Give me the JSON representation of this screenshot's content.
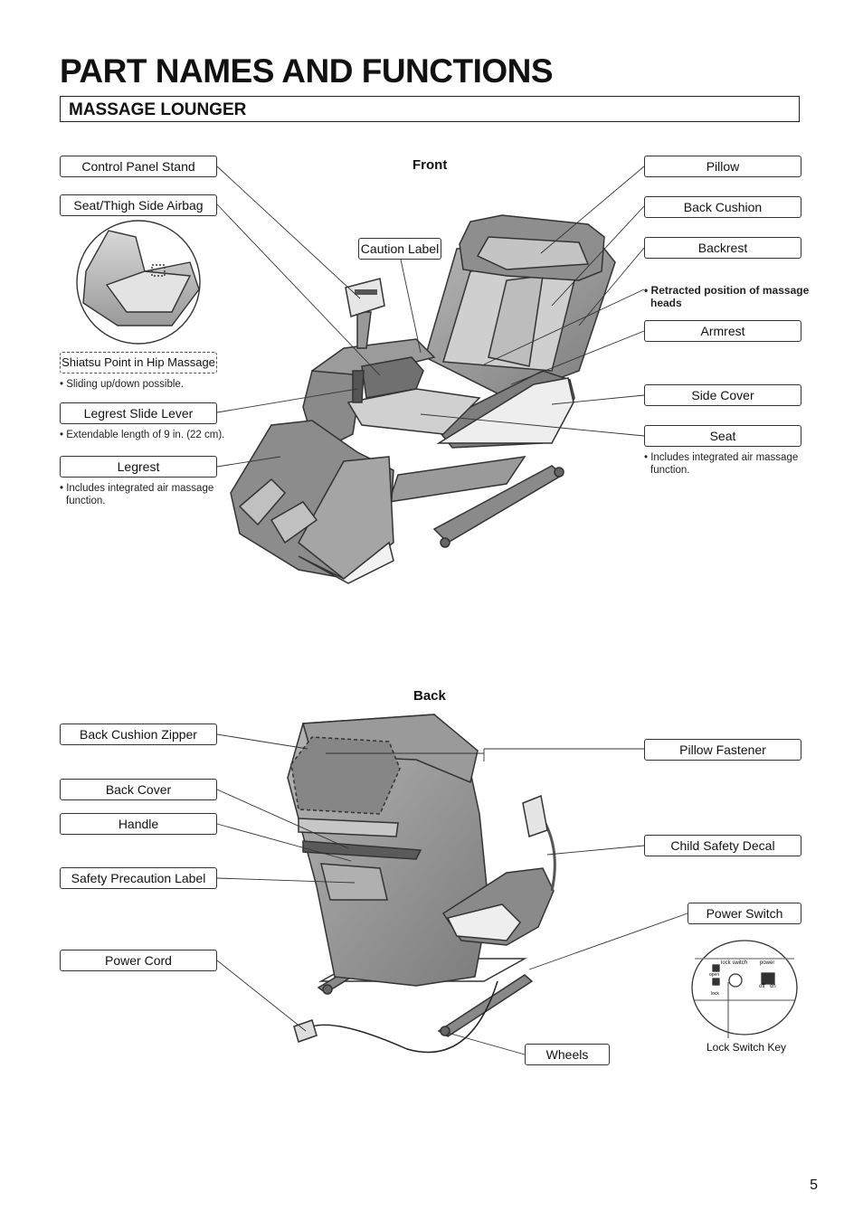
{
  "title": "PART NAMES AND FUNCTIONS",
  "section_title": "MASSAGE LOUNGER",
  "front": {
    "heading": "Front",
    "labels": {
      "control_panel_stand": "Control Panel Stand",
      "seat_thigh_airbag": "Seat/Thigh Side Airbag",
      "shiatsu_point": "Shiatsu Point in Hip Massage",
      "legrest_slide_lever": "Legrest Slide Lever",
      "legrest": "Legrest",
      "caution_label": "Caution Label",
      "pillow": "Pillow",
      "back_cushion": "Back Cushion",
      "backrest": "Backrest",
      "armrest": "Armrest",
      "side_cover": "Side Cover",
      "seat": "Seat"
    },
    "notes": {
      "sliding": "• Sliding up/down possible.",
      "extendable": "• Extendable length of 9 in. (22 cm).",
      "legrest_line1": "• Includes integrated air massage",
      "legrest_line2": "function.",
      "retracted_line1": "• Retracted position of massage",
      "retracted_line2": "heads",
      "seat_line1": "• Includes integrated air massage",
      "seat_line2": "function."
    }
  },
  "back": {
    "heading": "Back",
    "labels": {
      "back_cushion_zipper": "Back Cushion Zipper",
      "back_cover": "Back Cover",
      "handle": "Handle",
      "safety_label": "Safety Precaution Label",
      "power_cord": "Power Cord",
      "pillow_fastener": "Pillow Fastener",
      "child_safety_decal": "Child Safety Decal",
      "power_switch": "Power Switch",
      "wheels": "Wheels",
      "lock_switch_key": "Lock Switch Key"
    },
    "switch_panel": {
      "lock_switch": "lock switch",
      "power": "power",
      "open": "open",
      "lock": "lock",
      "off": "off",
      "on": "on"
    }
  },
  "page_number": "5"
}
